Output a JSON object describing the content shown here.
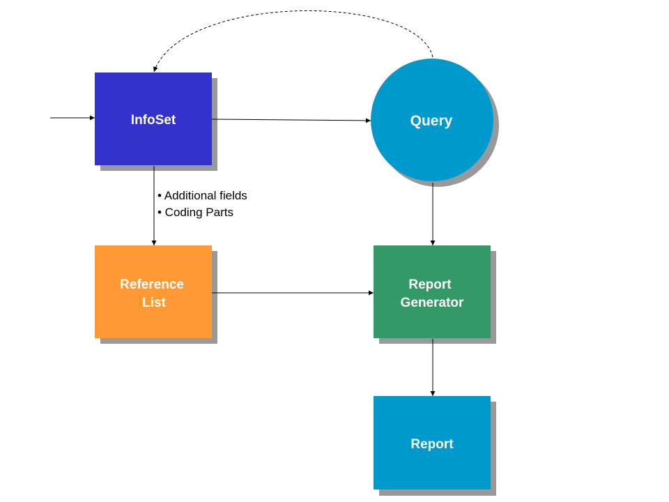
{
  "nodes": {
    "infoset": {
      "label": "InfoSet",
      "color": "#3333CC"
    },
    "query": {
      "label": "Query",
      "color": "#0099CC"
    },
    "reference_list": {
      "label_line1": "Reference",
      "label_line2": "List",
      "color": "#FF9933"
    },
    "report_generator": {
      "label_line1": "Report",
      "label_line2": "Generator",
      "color": "#339966"
    },
    "report": {
      "label": "Report",
      "color": "#0099CC"
    }
  },
  "notes": {
    "infoset_to_reference": [
      "• Additional fields",
      "• Coding Parts"
    ]
  },
  "colors": {
    "shadow": "#999999",
    "connector": "#000000",
    "background": "#FFFFFF"
  }
}
